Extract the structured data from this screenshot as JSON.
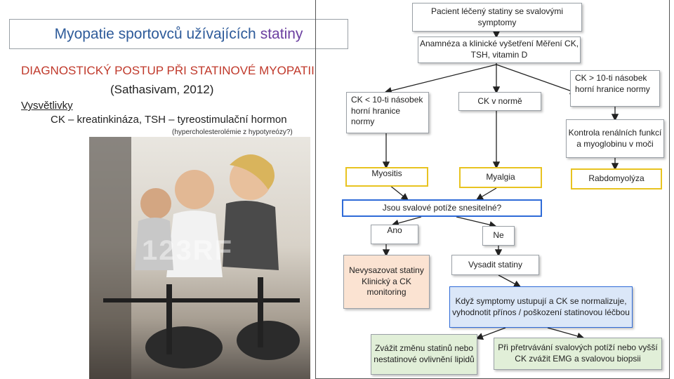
{
  "header": {
    "title_main": "Myopatie sportovců užívajících",
    "title_accent": "statiny"
  },
  "left": {
    "heading": "DIAGNOSTICKÝ POSTUP PŘI STATINOVÉ MYOPATII",
    "reference": "(Sathasivam, 2012)",
    "legend_title": "Vysvětlivky",
    "legend_text": "CK – kreatinkináza, TSH – tyreostimulační hormon",
    "legend_small": "(hypercholesterolémie z hypotyreózy?)",
    "photo_watermark": "123RF"
  },
  "flow": {
    "start": "Pacient léčený statiny se svalovými symptomy",
    "exam": "Anamnéza a klinické vyšetření Měření CK, TSH, vitamin D",
    "ck_low": "CK < 10-ti násobek horní hranice normy",
    "ck_normal": "CK v normě",
    "ck_high": "CK > 10-ti násobek horní hranice normy",
    "renal": "Kontrola renálních funkcí a myoglobinu v moči",
    "myositis": "Myositis",
    "myalgia": "Myalgia",
    "rhabdo": "Rabdomyolýza",
    "question": "Jsou svalové potíže snesitelné?",
    "yes": "Ano",
    "no": "Ne",
    "continue": "Nevysazovat statiny Klinický a CK monitoring",
    "stop": "Vysadit statiny",
    "evaluate": "Když symptomy ustupují a CK se normalizuje, vyhodnotit přínos / poškození statinovou léčbou",
    "consider": "Zvážit změnu statinů nebo nestatinové ovlivnění lipidů",
    "persist": "Při přetrvávání svalových potíží nebo vyšší CK zvážit EMG a svalovou biopsii"
  }
}
